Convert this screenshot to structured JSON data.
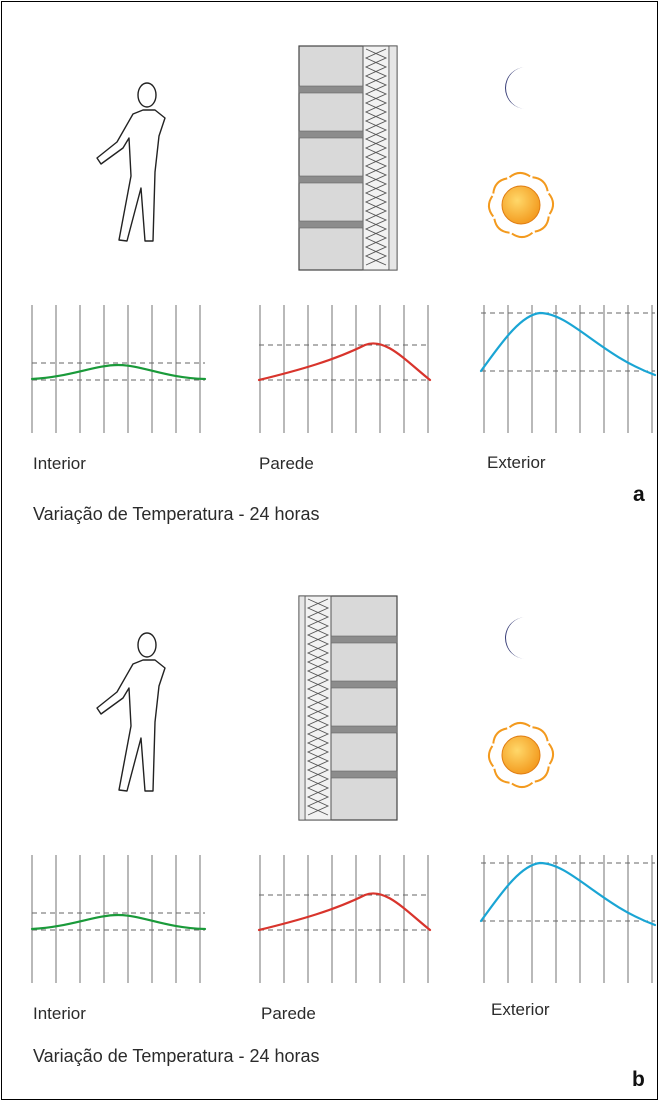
{
  "panels": [
    {
      "letter": "a",
      "labels": {
        "interior": "Interior",
        "wall": "Parede",
        "exterior": "Exterior"
      },
      "caption": "Variação de Temperatura - 24 horas",
      "insulation_side": "exterior"
    },
    {
      "letter": "b",
      "labels": {
        "interior": "Interior",
        "wall": "Parede",
        "exterior": "Exterior"
      },
      "caption": "Variação de Temperatura - 24 horas",
      "insulation_side": "interior"
    }
  ],
  "colors": {
    "interior_curve": "#1a9a3a",
    "wall_curve": "#d8342c",
    "exterior_curve": "#1aa5d4",
    "wall_fill": "#d9d9d9",
    "moon": "#3a3f78",
    "sun": "#f39a1e"
  },
  "icons": [
    "person-icon",
    "wall-section-icon",
    "moon-icon",
    "sun-icon"
  ]
}
